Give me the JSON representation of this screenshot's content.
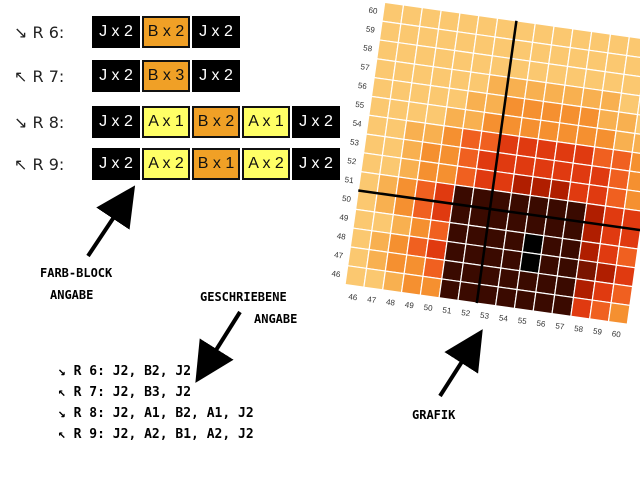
{
  "color_rows": [
    {
      "label": "↘ R 6:",
      "blocks": [
        {
          "color": "J",
          "text": "J x 2"
        },
        {
          "color": "B",
          "text": "B x 2"
        },
        {
          "color": "J",
          "text": "J x 2"
        }
      ]
    },
    {
      "label": "↖ R 7:",
      "blocks": [
        {
          "color": "J",
          "text": "J x 2"
        },
        {
          "color": "B",
          "text": "B x 3"
        },
        {
          "color": "J",
          "text": "J x 2"
        }
      ]
    },
    {
      "label": "↘ R 8:",
      "blocks": [
        {
          "color": "J",
          "text": "J x 2"
        },
        {
          "color": "A",
          "text": "A x 1"
        },
        {
          "color": "B",
          "text": "B x 2"
        },
        {
          "color": "A",
          "text": "A x 1"
        },
        {
          "color": "J",
          "text": "J x 2"
        }
      ]
    },
    {
      "label": "↖ R 9:",
      "blocks": [
        {
          "color": "J",
          "text": "J x 2"
        },
        {
          "color": "A",
          "text": "A x 2"
        },
        {
          "color": "B",
          "text": "B x 1"
        },
        {
          "color": "A",
          "text": "A x 2"
        },
        {
          "color": "J",
          "text": "J x 2"
        }
      ]
    }
  ],
  "captions": {
    "farb_block_1": "FARB-BLOCK",
    "farb_block_2": "ANGABE",
    "geschriebene_1": "GESCHRIEBENE",
    "geschriebene_2": "ANGABE",
    "grafik": "GRAFIK"
  },
  "written_rows": [
    "↘ R 6: J2, B2, J2",
    "↖ R 7: J2, B3, J2",
    "↘ R 8: J2, A1, B2, A1, J2",
    "↖ R 9: J2, A2, B1, A2, J2"
  ],
  "grid": {
    "x_labels": [
      "46",
      "47",
      "48",
      "49",
      "50",
      "51",
      "52",
      "53",
      "54",
      "55",
      "56",
      "57",
      "58",
      "59",
      "60"
    ],
    "y_labels": [
      "60",
      "59",
      "58",
      "57",
      "56",
      "55",
      "54",
      "53",
      "52",
      "51",
      "50",
      "49",
      "48",
      "47",
      "46"
    ]
  },
  "colors": {
    "J": "#000000",
    "B": "#f0a026",
    "A": "#ffff66"
  }
}
